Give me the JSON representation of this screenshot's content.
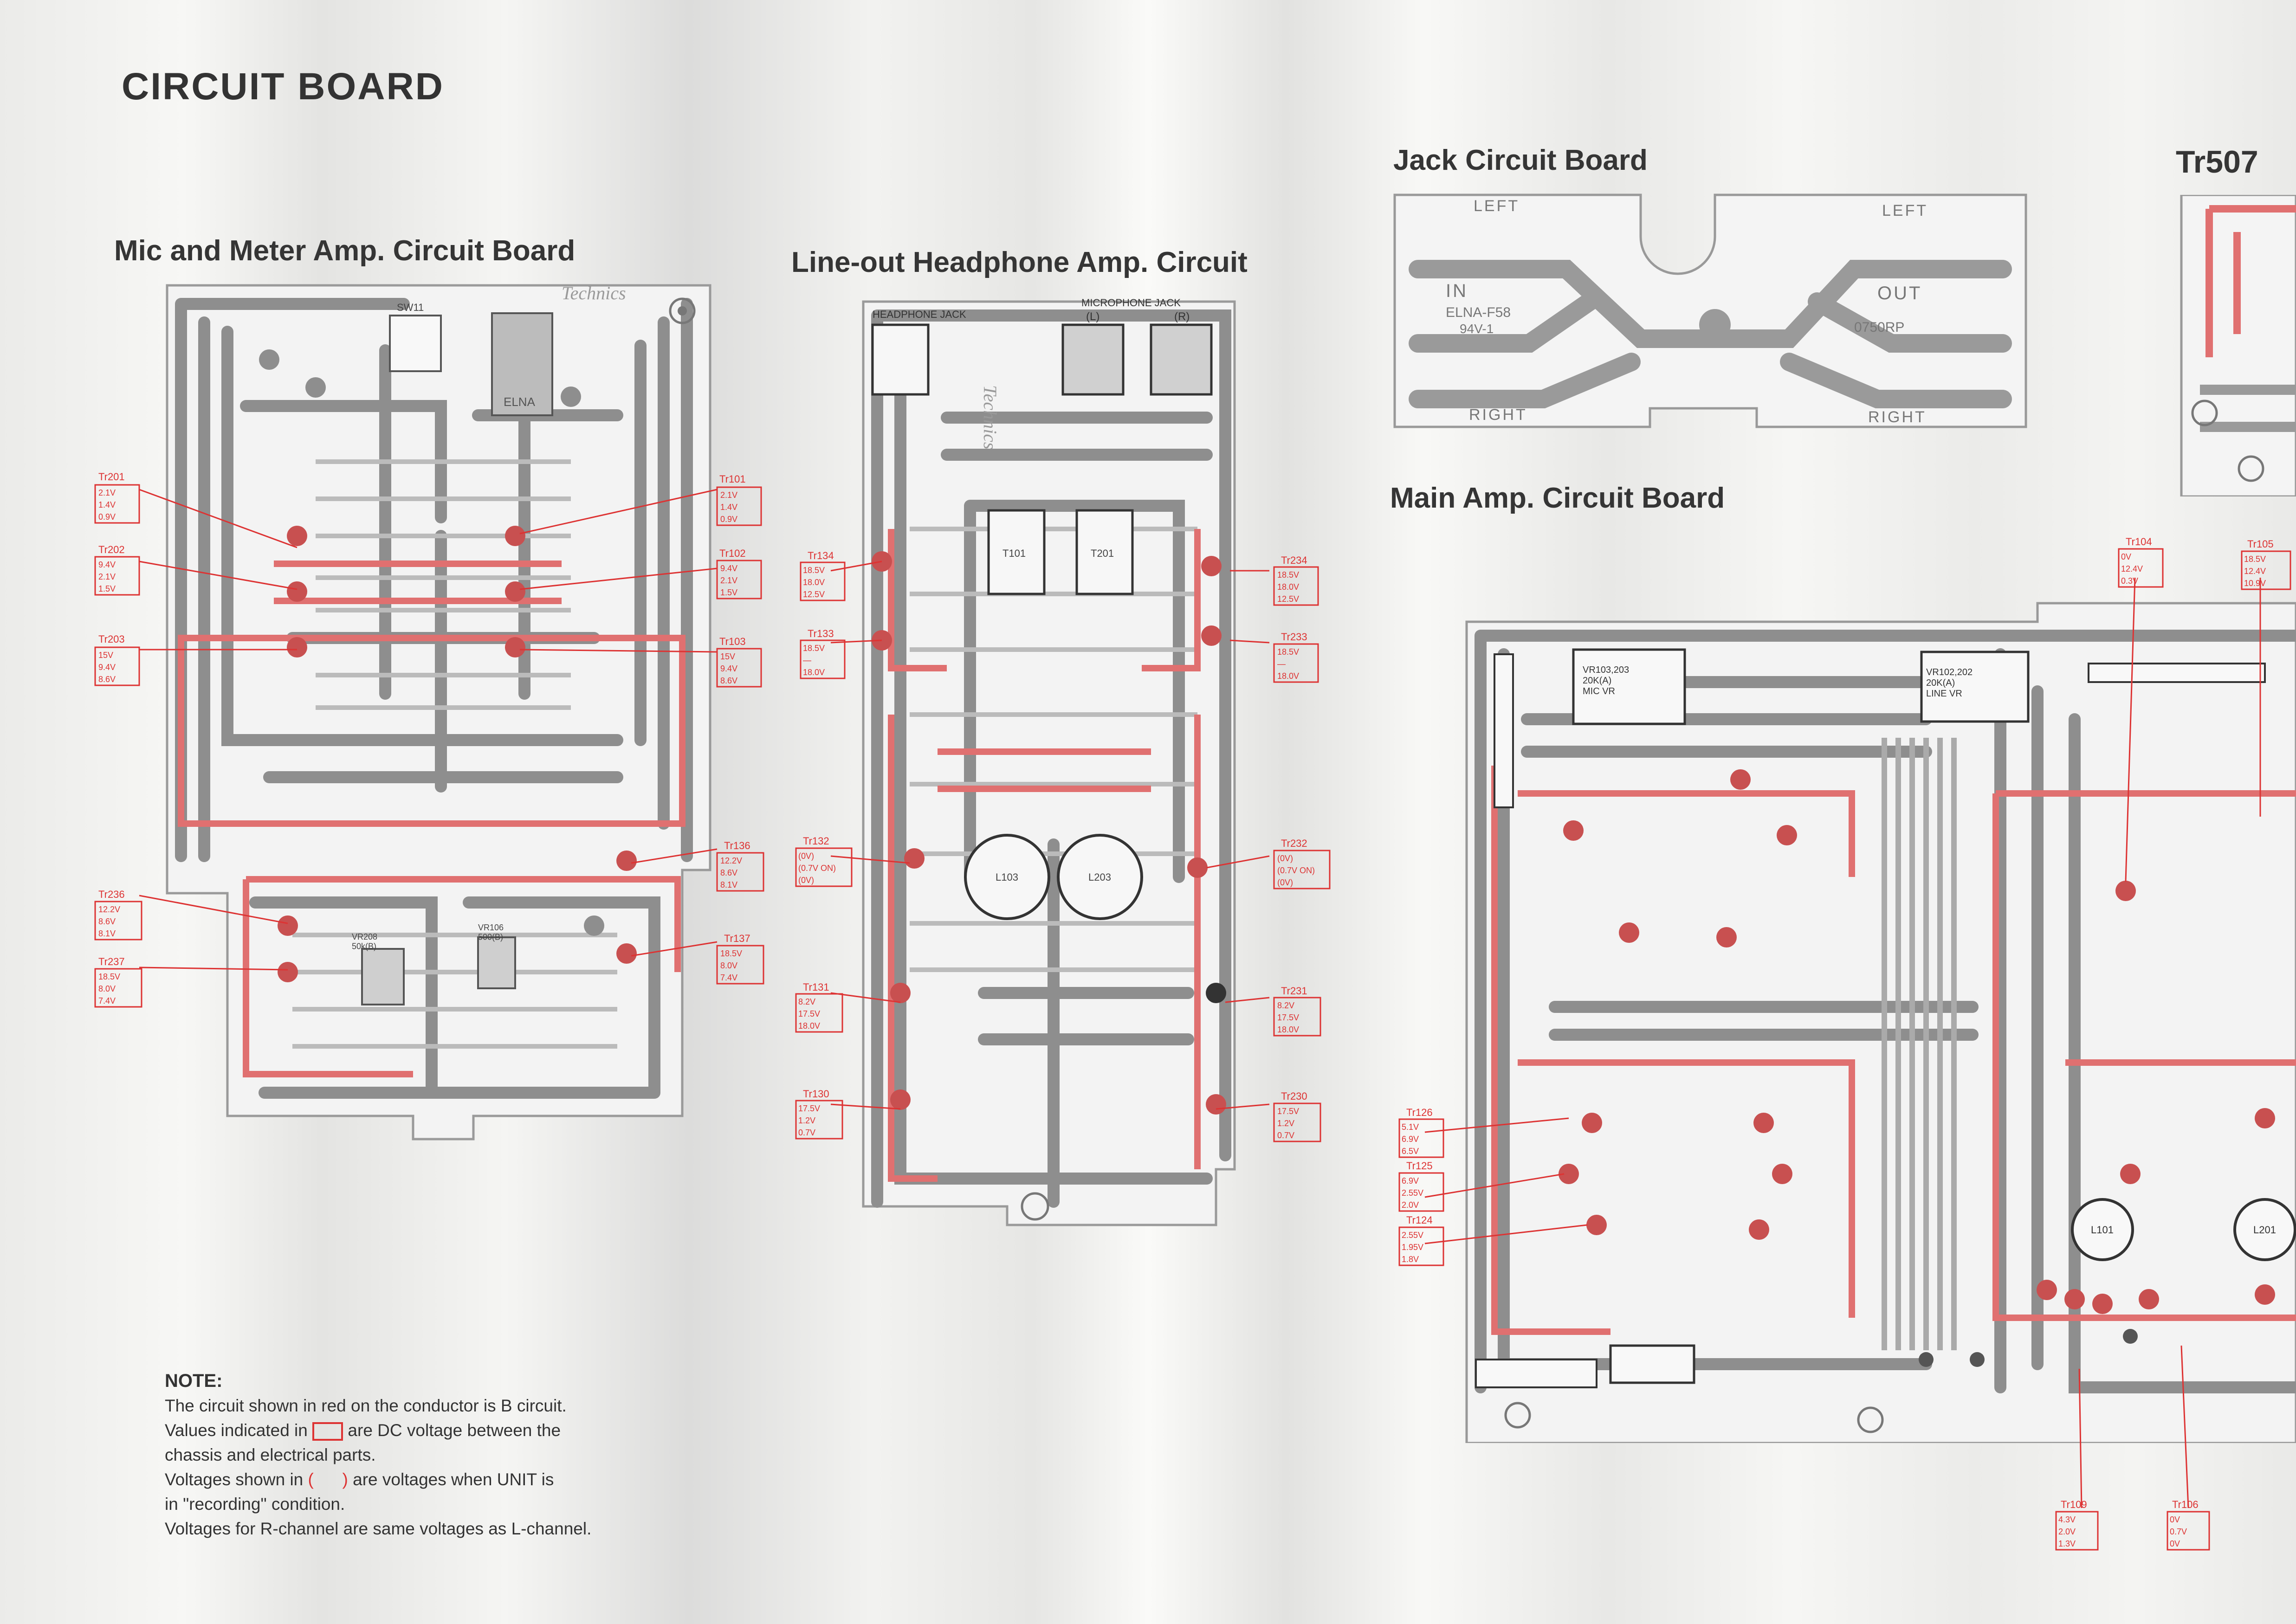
{
  "page_title": "CIRCUIT BOARD",
  "sections": {
    "mic_meter": "Mic and Meter Amp. Circuit Board",
    "lineout": "Line-out Headphone Amp. Circuit",
    "jack": "Jack Circuit Board",
    "tr507": "Tr507",
    "main_amp": "Main Amp. Circuit Board"
  },
  "jack_board": {
    "left_l": "LEFT",
    "left_r": "LEFT",
    "in": "IN",
    "out": "OUT",
    "elna": "ELNA-F58",
    "grade": "94V-1",
    "code": "0750RP",
    "right_l": "RIGHT",
    "right_r": "RIGHT"
  },
  "mic_board": {
    "brand": "Technics",
    "sw": "SW11",
    "elna": "ELNA",
    "vr1": "VR208\n50k(B)",
    "vr2": "VR106\n500(B)"
  },
  "lineout_board": {
    "headphone_jack": "HEADPHONE JACK",
    "microphone_jack": "MICROPHONE JACK",
    "l": "(L)",
    "r": "(R)",
    "brand": "Technics",
    "t1": "T101",
    "t2": "T201",
    "l1": "L103",
    "l2": "L203"
  },
  "main_board": {
    "vr_mic": "VR103,203\n20K(A)\nMIC VR",
    "vr_line": "VR102,202\n20K(A)\nLINE VR",
    "l1": "L101",
    "l2": "L201"
  },
  "voltages": {
    "tr201": {
      "name": "Tr201",
      "c": "2.1V",
      "b": "1.4V",
      "e": "0.9V"
    },
    "tr202": {
      "name": "Tr202",
      "c": "9.4V",
      "b": "2.1V",
      "e": "1.5V"
    },
    "tr203": {
      "name": "Tr203",
      "c": "15V",
      "b": "9.4V",
      "e": "8.6V"
    },
    "tr101": {
      "name": "Tr101",
      "c": "2.1V",
      "b": "1.4V",
      "e": "0.9V"
    },
    "tr102": {
      "name": "Tr102",
      "c": "9.4V",
      "b": "2.1V",
      "e": "1.5V"
    },
    "tr103": {
      "name": "Tr103",
      "c": "15V",
      "b": "9.4V",
      "e": "8.6V"
    },
    "tr136": {
      "name": "Tr136",
      "c": "12.2V",
      "b": "8.6V",
      "e": "8.1V"
    },
    "tr137": {
      "name": "Tr137",
      "c": "18.5V",
      "b": "8.0V",
      "e": "7.4V"
    },
    "tr236": {
      "name": "Tr236",
      "c": "12.2V",
      "b": "8.6V",
      "e": "8.1V"
    },
    "tr237": {
      "name": "Tr237",
      "c": "18.5V",
      "b": "8.0V",
      "e": "7.4V"
    },
    "tr134": {
      "name": "Tr134",
      "c": "18.5V",
      "b": "18.0V",
      "e": "12.5V"
    },
    "tr133": {
      "name": "Tr133",
      "c": "18.5V",
      "b": "—",
      "e": "18.0V"
    },
    "tr234": {
      "name": "Tr234",
      "c": "18.5V",
      "b": "18.0V",
      "e": "12.5V"
    },
    "tr233": {
      "name": "Tr233",
      "c": "18.5V",
      "b": "—",
      "e": "18.0V"
    },
    "tr132": {
      "name": "Tr132",
      "c": "(0V)",
      "b": "(0.7V ON)",
      "e": "(0V)"
    },
    "tr232": {
      "name": "Tr232",
      "c": "(0V)",
      "b": "(0.7V ON)",
      "e": "(0V)"
    },
    "tr131": {
      "name": "Tr131",
      "c": "8.2V",
      "b": "17.5V",
      "e": "18.0V"
    },
    "tr231": {
      "name": "Tr231",
      "c": "8.2V",
      "b": "17.5V",
      "e": "18.0V"
    },
    "tr130": {
      "name": "Tr130",
      "c": "17.5V",
      "b": "1.2V",
      "e": "0.7V"
    },
    "tr230": {
      "name": "Tr230",
      "c": "17.5V",
      "b": "1.2V",
      "e": "0.7V"
    },
    "tr104": {
      "name": "Tr104",
      "c": "0V",
      "b": "12.4V",
      "e": "0.3V"
    },
    "tr105": {
      "name": "Tr105",
      "c": "18.5V",
      "b": "12.4V",
      "e": "10.9V"
    },
    "tr126": {
      "name": "Tr126",
      "c": "5.1V",
      "b": "6.9V",
      "e": "6.5V"
    },
    "tr125": {
      "name": "Tr125",
      "c": "6.9V",
      "b": "2.55V",
      "e": "2.0V"
    },
    "tr124": {
      "name": "Tr124",
      "c": "2.55V",
      "b": "1.95V",
      "e": "1.8V"
    },
    "tr109": {
      "name": "Tr109",
      "c": "4.3V",
      "b": "2.0V",
      "e": "1.3V"
    },
    "tr106": {
      "name": "Tr106",
      "c": "0V",
      "b": "0.7V",
      "e": "0V"
    }
  },
  "note": {
    "title": "NOTE:",
    "line1": "The circuit shown in red on the conductor is B circuit.",
    "line2a": "Values indicated in",
    "line2b": "are DC voltage between the",
    "line3": "chassis and electrical parts.",
    "line4a": "Voltages shown in",
    "line4b": "are voltages when UNIT is",
    "line5": "in \"recording\" condition.",
    "line6": "Voltages for R-channel are same voltages as L-channel."
  },
  "colors": {
    "red_circuit": "#dd3b3b",
    "conductor": "#8e8e8e",
    "board": "#f2f2f2"
  }
}
